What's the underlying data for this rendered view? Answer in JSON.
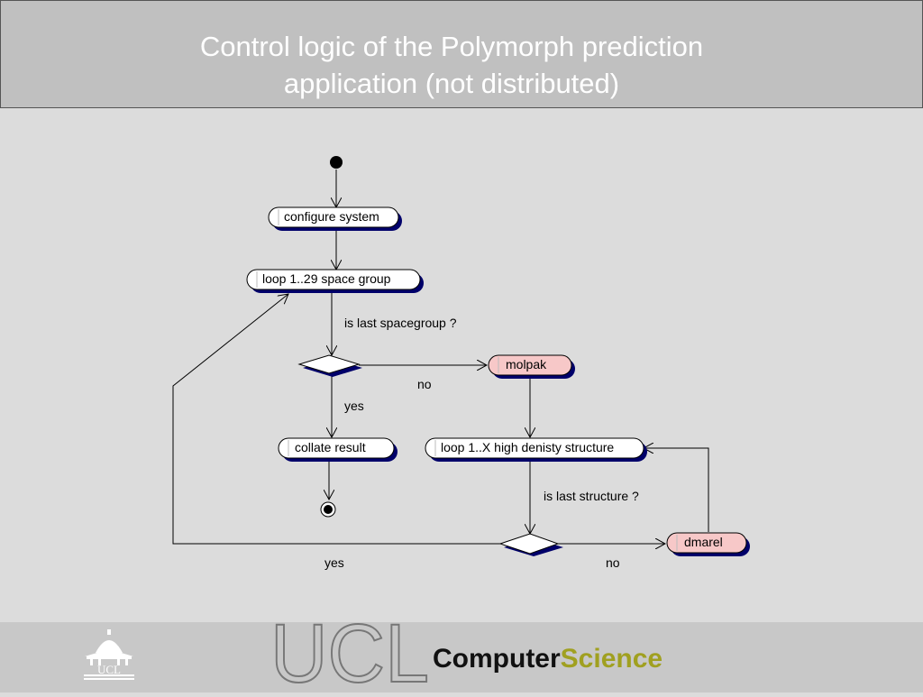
{
  "slide": {
    "title_lines": [
      "Control logic of the Polymorph prediction",
      "application (not distributed)"
    ]
  },
  "diagram": {
    "nodes": {
      "configure": "configure system",
      "loop_spacegroup": "loop 1..29 space group",
      "molpak": "molpak",
      "collate": "collate result",
      "loop_structure": "loop 1..X high denisty structure",
      "dmarel": "dmarel"
    },
    "labels": {
      "is_last_spacegroup": "is last spacegroup ?",
      "no_1": "no",
      "yes_1": "yes",
      "is_last_structure": "is last structure ?",
      "yes_2": "yes",
      "no_2": "no"
    }
  },
  "footer": {
    "ucl_big": "UCL",
    "cs_part1": "Computer",
    "cs_part2": "Science",
    "crest_text": "UCL",
    "colors": {
      "computer": "#111111",
      "science": "#a0a020"
    }
  }
}
